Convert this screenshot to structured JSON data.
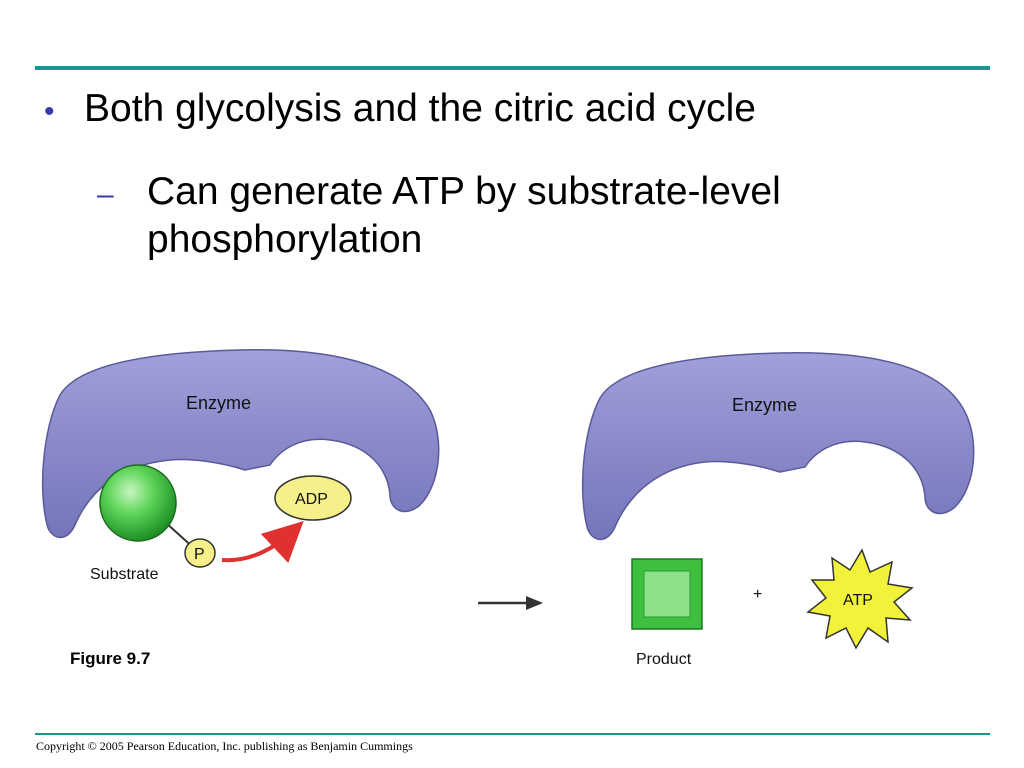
{
  "slide": {
    "bullet": "Both glycolysis and the citric acid cycle",
    "sub_bullet_dash": "–",
    "sub_bullet": "Can generate ATP by substrate-level phosphorylation",
    "bullet_symbol": "•"
  },
  "diagram": {
    "enzyme_left_label": "Enzyme",
    "enzyme_right_label": "Enzyme",
    "adp_label": "ADP",
    "phosphate_label": "P",
    "substrate_label": "Substrate",
    "product_label": "Product",
    "plus_label": "+",
    "atp_label": "ATP",
    "figure_label": "Figure 9.7"
  },
  "colors": {
    "enzyme": "#8a8acb",
    "substrate": "#3fbf3f",
    "adp": "#f5f08a",
    "arrow": "#e03030",
    "rule": "#1b9494"
  },
  "footer": {
    "copyright": "Copyright © 2005 Pearson Education, Inc. publishing as Benjamin Cummings"
  }
}
